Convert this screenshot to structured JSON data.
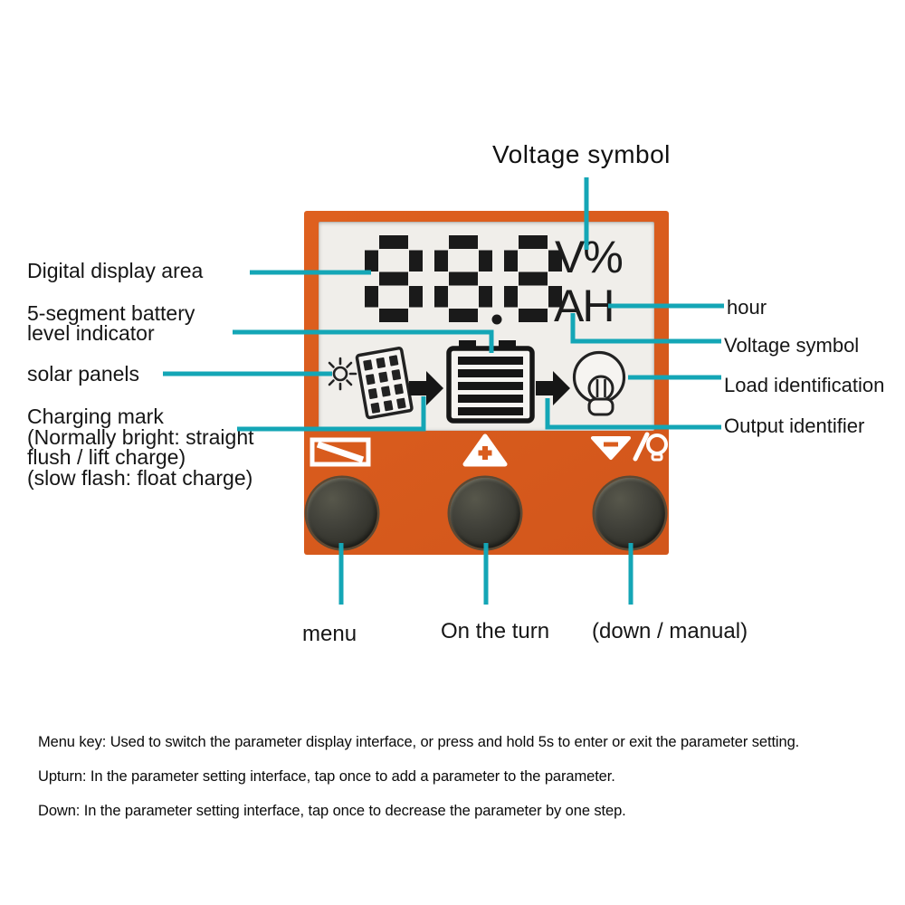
{
  "title": "Voltage symbol",
  "colors": {
    "device_orange": "#d95c1e",
    "annotation_teal": "#14a6b6",
    "lcd_background": "#f0eeea",
    "button_gray": "#3c3c33",
    "text": "#161616"
  },
  "lcd": {
    "display_value": "88.8",
    "unit_top": "V%",
    "unit_bottom": "AH"
  },
  "icons": {
    "lcd_row": [
      "sun-icon",
      "solar-panel-icon",
      "charge-arrow-icon",
      "battery-icon",
      "discharge-arrow-icon",
      "load-bulb-icon"
    ],
    "keypad_row": [
      "battery-charge-indicator-icon",
      "up-triangle-plus-icon",
      "down-triangle-minus-icon",
      "slash-divider",
      "small-bulb-icon"
    ]
  },
  "annotations": {
    "left": [
      {
        "label": "Digital display area"
      },
      {
        "label": "5-segment battery\nlevel indicator"
      },
      {
        "label": "solar panels"
      },
      {
        "label": "Charging mark\n(Normally bright: straight\nflush / lift charge)\n(slow flash: float charge)"
      }
    ],
    "right": [
      {
        "label": "hour"
      },
      {
        "label": "Voltage symbol"
      },
      {
        "label": "Load identification"
      },
      {
        "label": "Output identifier"
      }
    ],
    "bottom": [
      {
        "label": "menu"
      },
      {
        "label": "On the turn"
      },
      {
        "label": "(down / manual)"
      }
    ]
  },
  "footnotes": [
    "Menu key: Used to switch the parameter display interface, or press and hold 5s to enter or exit the parameter setting.",
    "Upturn: In the parameter setting interface, tap once to add a parameter to the parameter.",
    "Down: In the parameter setting interface, tap once to decrease the parameter by one step."
  ]
}
